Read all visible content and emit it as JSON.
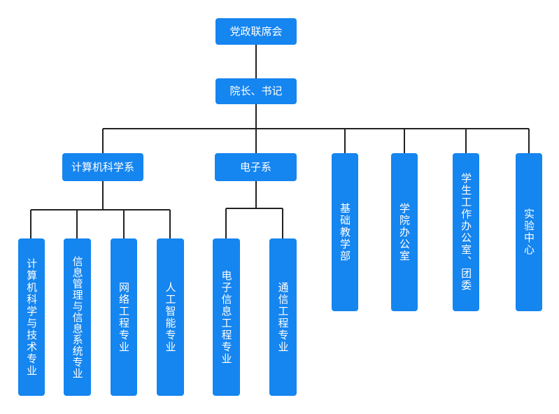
{
  "nodes": {
    "dangzheng": "党政联席会",
    "yuanzhang": "院长、书记",
    "jisuanji_xi": "计算机科学系",
    "dianzi_xi": "电子系",
    "jichu": "基础教学部",
    "xueyuan_ban": "学院办公室",
    "xuesheng_ban": "学生工作办公室、团委",
    "shiyan": "实验中心",
    "cs_major": "计算机科学与技术专业",
    "info_major": "信息管理与信息系统专业",
    "net_major": "网络工程专业",
    "ai_major": "人工智能专业",
    "eie_major": "电子信息工程专业",
    "comm_major": "通信工程专业"
  },
  "colors": {
    "node_fill": "#1585f0",
    "node_text": "#ffffff",
    "line": "#222222"
  }
}
